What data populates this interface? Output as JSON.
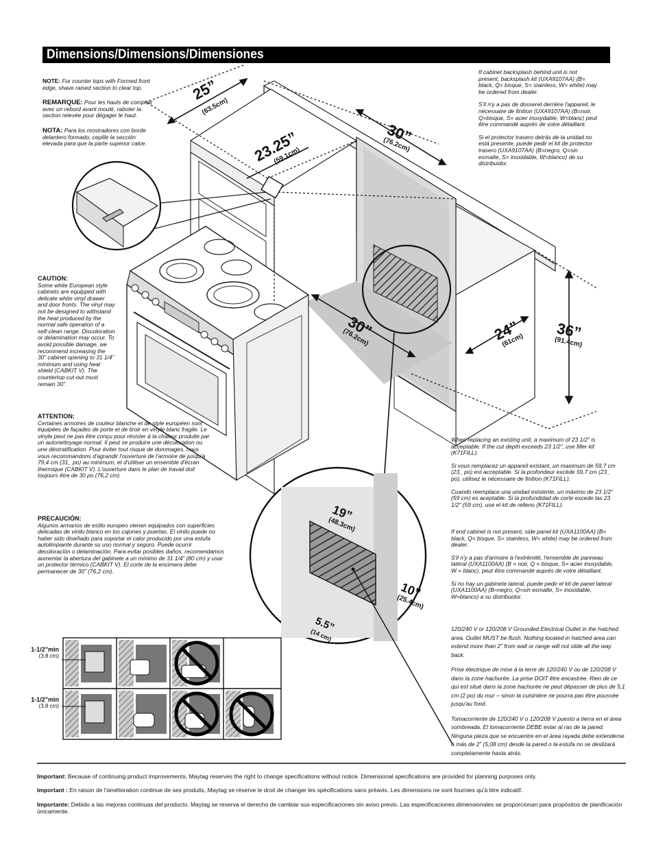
{
  "title": "Dimensions/Dimensions/Dimensiones",
  "notes_left": {
    "note_en_label": "NOTE:",
    "note_en": "For counter tops with Formed front edge, shave raised section to clear top.",
    "note_fr_label": "REMARQUE:",
    "note_fr": "Pour les hauts de comptoir avec un rebord avant moulé, raboter la section relevée pour dégager le haut.",
    "note_es_label": "NOTA:",
    "note_es": "Para los mostradores con borde delantero formado, cepille la sección elevada para que la parte superior calce."
  },
  "caution": {
    "en_label": "CAUTION:",
    "en": "Some white European style cabinets are equipped with delicate white vinyl drawer and door fronts. The vinyl may not be designed to withstand the heat produced by the normal safe operation of a self-clean range. Discoloration or delamination may occur. To avoid possible damage, we recommend increasing the 30” cabinet opening to 31 1/4” minimum and using heat shield (CABKIT V). The countertop cut-out must remain 30”.",
    "fr_label": "ATTENTION:",
    "fr": "Certaines armoires de couleur blanche et de style européen sont équipées de façades de porte et de tiroir en vinyle blanc fragile. Le vinyle peut ne pas être conçu pour résister à la chaleur produite par un autonettoyage normal. Il peut se produire une décoloration ou une déstratification. Pour éviter tout risque de dommages, nous vous recommandons d'agrandir l'ouverture de l'armoire de jusqu'à 79,4 cm (31_ po) au minimum, et d'utiliser un ensemble d'écran thermique (CABKIT V). L'ouverture dans le plan de travail doit toujours être de 30 po (76,2 cm).",
    "es_label": "PRECAUCIÓN:",
    "es": "Algunos armarios de estilo europeo vienen equipados con superficies delicadas de vinilo blanco en los cajones y puertas. El vinilo puede no haber sido diseñado para soportar el calor producido por una estufa autolimpiante durante su uso normal y seguro. Puede ocurrir decoloración o delaminación. Para evitar posibles daños, recomendamos aumentar la abertura del gabinete a un mínimo de 31 1/4” (80 cm) y usar un protector térmico (CABKIT V). El corte de la encimera debe permanecer de 30” (76,2 cm)."
  },
  "backsplash": {
    "en": "If cabinet backsplash behind unit is not present, backsplash kit (UXA9107AA) (B= black, Q= bisque, S= stainless, W= white) may be ordered from dealer.",
    "fr": "S'il n'y a pas de dosseret derrière l'appareil, le nécessaire de finition (UXA9107AA) (B=noir, Q=bisque, S= acier inoxydable, W=blanc) peut être commandé auprès de votre détaillant.",
    "es": "Si el protector trasero detrás de la unidad no está presente, puede pedir el kit de protector trasero (UXA9107AA) (B=negro, Q=sin esmalte, S= inoxidable, W=blanco) de su distribuidor."
  },
  "replacing": {
    "en": "When replacing an existing unit, a maximum of 23 1/2” is acceptable. If the cut depth exceeds 23 1/2”, use filler kit (K71FILL).",
    "fr": "Si vous remplacez un appareil existant, un maximum de 59,7 cm (23_ po) est acceptable. Si la profondeur excède 59,7 cm (23_ po), utilisez le nécessaire de finition (K71FILL).",
    "es": "Cuando reemplace una unidad existente, un máximo de 23 1/2” (59 cm) es aceptable. Si la profundidad de corte excede las 23 1/2” (59 cm), use el kit de relleno (K71FILL)."
  },
  "end_cabinet": {
    "en": "If end cabinet is not present, side panel kit (UXA1100AA) (B= black, Q= bisque, S= stainless, W= white) may be ordered from dealer.",
    "fr": "S'il n'y a pas d'armoire à l'extrémité, l'ensemble de panneau latéral (UXA1100AA) (B = noir, Q = bisque, S= acier inoxydable, W = blanc), peut être commandé auprès de votre détaillant.",
    "es": "Si no hay un gabinete lateral, puede pedir el kit de panel lateral (UXA1100AA) (B=negro, Q=sin esmalte, S= inoxidable, W=blanco) a su distribuidor."
  },
  "outlet": {
    "en": "120/240 V or 120/208 V Grounded Electrical Outlet in the hatched area. Outlet MUST be flush. Nothing located in hatched area can extend more than 2” from wall or range will not slide all the way back.",
    "fr": "Prise électrique de mise à la terre de 120/240 V ou de 120/208 V dans la zone hachurée. La prise DOIT être encastrée. Rien de ce qui est situé dans la zone hachurée ne peut dépasser de plus de 5,1 cm (2 po) du mur – sinon la cuisinière ne pourra pas être poussée jusqu'au fond.",
    "es": "Tomacorriente de 120/240 V o 120/208 V puesto a tierra en el área sombreada. El tomacorriente DEBE estar al ras de la pared. Ninguna pieza que se encuentre en el área rayada debe extenderse a más de 2” (5,08 cm) desde la pared o la estufa no se deslizará completamente hasta atrás."
  },
  "dimensions": {
    "d25": "25”",
    "d25_cm": "(63.5cm)",
    "d2325": "23.25”",
    "d2325_cm": "(59.1cm)",
    "d30top": "30”",
    "d30top_cm": "(76.2cm)",
    "d30floor": "30”",
    "d30floor_cm": "(76.2cm)",
    "d24": "24”",
    "d24_cm": "(61cm)",
    "d36": "36”",
    "d36_cm": "(91.4cm)",
    "d19": "19”",
    "d19_cm": "(48.3cm)",
    "d10": "10”",
    "d10_cm": "(25.4cm)",
    "d55": "5.5”",
    "d55_cm": "(14 cm)"
  },
  "min_labels": {
    "top": "1-1/2\"min",
    "top_cm": "(3.8 cm)",
    "bottom": "1-1/2\"min",
    "bottom_cm": "(3.8 cm)"
  },
  "footer": {
    "en_label": "Important:",
    "en": "Because of continuing product improvements, Maytag reserves the right to change specifications without notice.  Dimensional specifications are provided for planning purposes only.",
    "fr_label": "Important :",
    "fr": "En raison de l'amélioration continue de ses produits, Maytag se réserve le droit de changer les spécifications sans préavis. Les dimensions ne sont fournies qu'à titre indicatif.",
    "es_label": "Importante:",
    "es": "Debido a las mejoras continuas del producto, Maytag se reserva el derecho de cambiar sus especificaciones sin aviso previo.  Las especificaciones dimensionales se proporcionan para propósitos de planificación únicamente."
  }
}
